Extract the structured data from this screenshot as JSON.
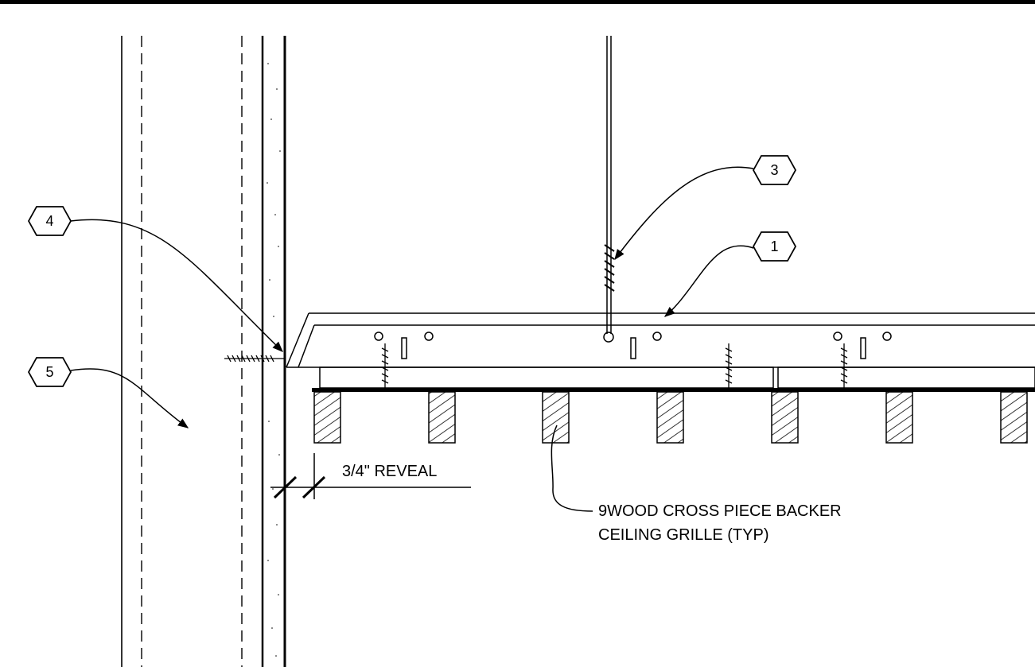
{
  "callouts": [
    {
      "id": "1",
      "label": "1"
    },
    {
      "id": "3",
      "label": "3"
    },
    {
      "id": "4",
      "label": "4"
    },
    {
      "id": "5",
      "label": "5"
    }
  ],
  "notes": {
    "reveal": "3/4\" REVEAL",
    "backer_line1": "9WOOD CROSS PIECE BACKER",
    "backer_line2": "CEILING GRILLE (TYP)"
  },
  "colors": {
    "ink": "#000000",
    "paper": "#ffffff"
  }
}
